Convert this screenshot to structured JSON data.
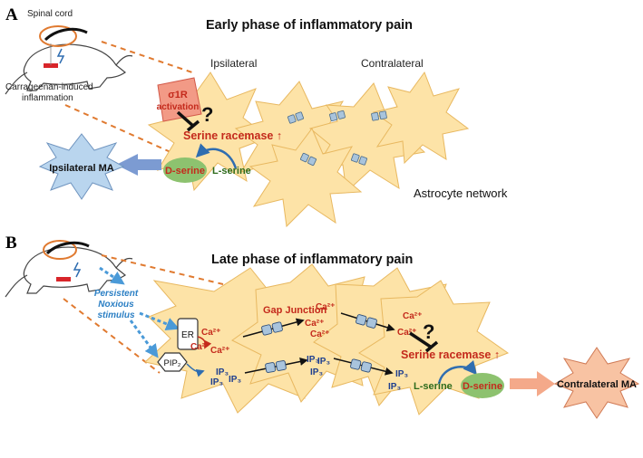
{
  "panel_a": {
    "label": "A",
    "title": "Early phase of inflammatory pain",
    "spinal_cord": "Spinal cord",
    "inflammation_line1": "Carrageenan-induced",
    "inflammation_line2": "inflammation",
    "ipsilateral": "Ipsilateral",
    "contralateral": "Contralateral",
    "sigma_line1": "σ1R",
    "sigma_line2": "activation",
    "question": "?",
    "serine_racemase": "Serine racemase ↑",
    "d_serine": "D-serine",
    "l_serine": "L-serine",
    "output": "Ipsilateral MA",
    "network": "Astrocyte network"
  },
  "panel_b": {
    "label": "B",
    "title": "Late phase of inflammatory pain",
    "stim_line1": "Persistent",
    "stim_line2": "Noxious",
    "stim_line3": "stimulus",
    "er": "ER",
    "pip2": "PIP₂",
    "gap_junction": "Gap Junction",
    "ca": "Ca²⁺",
    "ip3": "IP₃",
    "question": "?",
    "serine_racemase": "Serine racemase ↑",
    "l_serine": "L-serine",
    "d_serine": "D-serine",
    "output": "Contralateral MA"
  },
  "colors": {
    "astrocyte_fill": "#fde3a7",
    "astrocyte_stroke": "#e8b860",
    "red_text": "#c42a1c",
    "blue_text": "#1f3f8f",
    "green_text": "#2e6b1c",
    "dserine_fill": "#8dc26f",
    "gap_junction": "#a9c4dc",
    "ipsi_burst": "#b9d5ee",
    "contra_burst": "#f8c3a3",
    "stimulus_blue": "#4a9ad8",
    "dashed_orange": "#e07a30"
  }
}
